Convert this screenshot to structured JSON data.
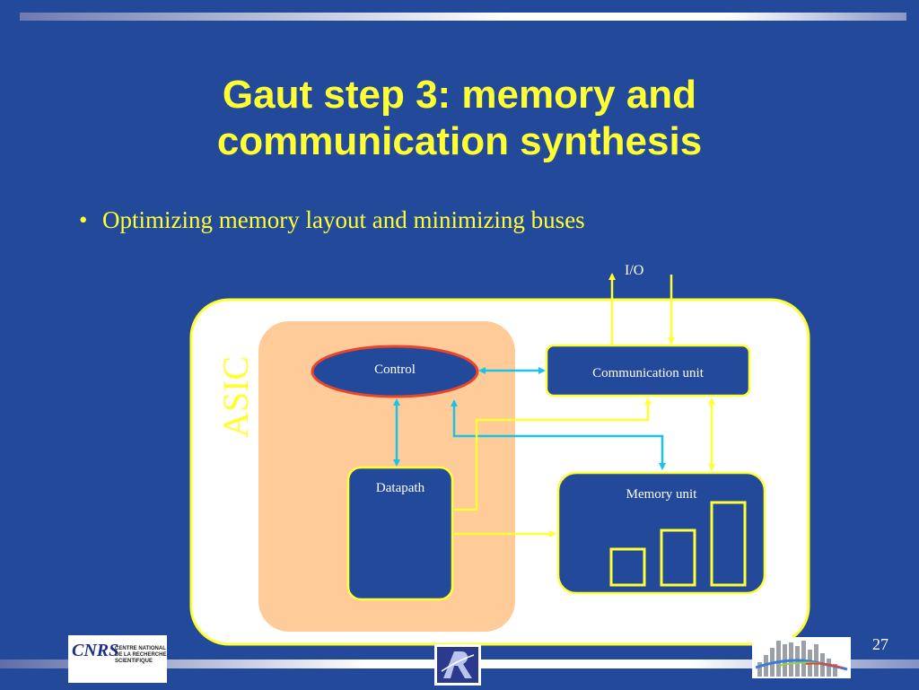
{
  "slide": {
    "title_line1": "Gaut step 3: memory and",
    "title_line2": "communication synthesis",
    "bullet": "Optimizing memory layout and minimizing buses",
    "page_number": "27"
  },
  "diagram": {
    "io_label": "I/O",
    "asic_label": "ASIC",
    "control_label": "Control",
    "communication_label": "Communication unit",
    "datapath_label": "Datapath",
    "memory_label": "Memory unit"
  },
  "logos": {
    "cnrs_mark": "CNRS",
    "cnrs_text_line1": "CENTRE NATIONAL",
    "cnrs_text_line2": "DE LA RECHERCHE",
    "cnrs_text_line3": "SCIENTIFIQUE"
  },
  "colors": {
    "background": "#23499a",
    "title": "#ffff33",
    "asic_border": "#ffff33",
    "core_fill": "#ffcc99",
    "box_fill": "#23499a",
    "control_border": "#e8452c",
    "cyan_arrow": "#19c3e8",
    "yellow_arrow": "#ffff33"
  }
}
